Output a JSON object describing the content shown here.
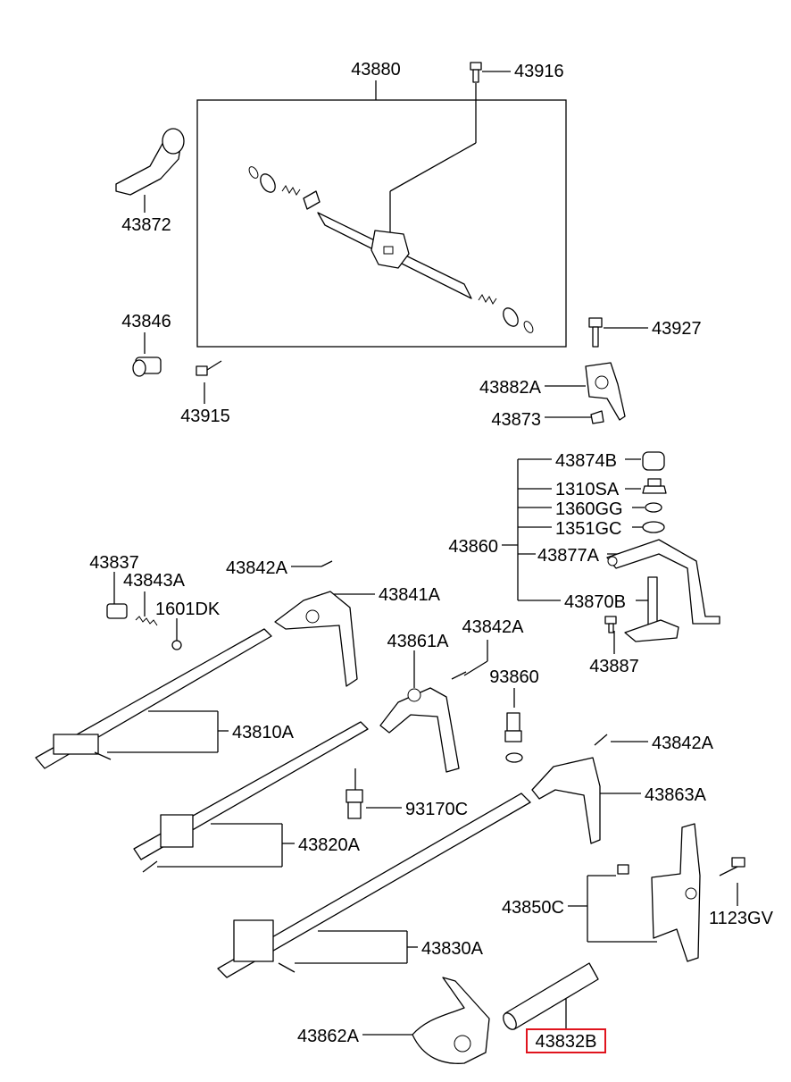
{
  "labels": {
    "l43880": "43880",
    "l43916": "43916",
    "l43872": "43872",
    "l43846": "43846",
    "l43915": "43915",
    "l43927": "43927",
    "l43882A": "43882A",
    "l43873": "43873",
    "l43874B": "43874B",
    "l1310SA": "1310SA",
    "l1360GG": "1360GG",
    "l1351GC": "1351GC",
    "l43860": "43860",
    "l43877A": "43877A",
    "l43870B": "43870B",
    "l43887": "43887",
    "l43837": "43837",
    "l43843A": "43843A",
    "l1601DK": "1601DK",
    "l43842A_1": "43842A",
    "l43841A": "43841A",
    "l43861A": "43861A",
    "l43842A_2": "43842A",
    "l93860": "93860",
    "l43810A": "43810A",
    "l43842A_3": "43842A",
    "l43863A": "43863A",
    "l93170C": "93170C",
    "l43820A": "43820A",
    "l43850C": "43850C",
    "l1123GV": "1123GV",
    "l43830A": "43830A",
    "l43862A": "43862A",
    "l43832B": "43832B"
  },
  "highlight": {
    "part": "43832B",
    "color": "#e0141e"
  }
}
